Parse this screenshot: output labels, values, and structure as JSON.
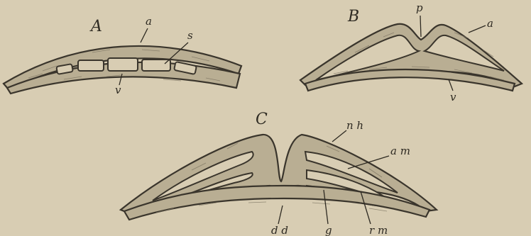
{
  "figure": {
    "panel_a": {
      "letter": "A",
      "labels": {
        "a": "a",
        "s": "s",
        "v": "v"
      }
    },
    "panel_b": {
      "letter": "B",
      "labels": {
        "p": "p",
        "a": "a",
        "v": "v"
      }
    },
    "panel_c": {
      "letter": "C",
      "labels": {
        "nh": "n h",
        "am": "a m",
        "dd": "d d",
        "g": "g",
        "rm": "r m"
      }
    }
  }
}
